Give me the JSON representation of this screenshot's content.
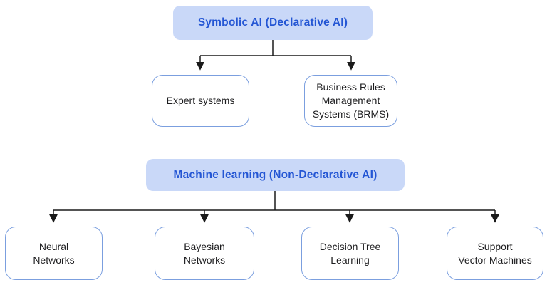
{
  "diagram": {
    "title": "AI taxonomy diagram",
    "line_color": "#1a1a1a",
    "header_fill": "#c9d8f8",
    "header_text_color": "#2456d4",
    "leaf_border_color": "#7b9fdf",
    "trees": [
      {
        "root": {
          "label": "Symbolic AI (Declarative AI)"
        },
        "children": [
          {
            "label": "Expert systems"
          },
          {
            "label": "Business Rules\nManagement\nSystems (BRMS)"
          }
        ]
      },
      {
        "root": {
          "label": "Machine learning (Non-Declarative AI)"
        },
        "children": [
          {
            "label": "Neural\nNetworks"
          },
          {
            "label": "Bayesian\nNetworks"
          },
          {
            "label": "Decision Tree\nLearning"
          },
          {
            "label": "Support\nVector Machines"
          }
        ]
      }
    ]
  }
}
